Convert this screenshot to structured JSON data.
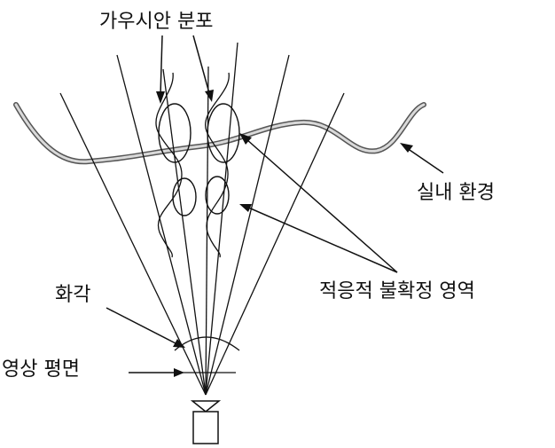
{
  "labels": {
    "gaussian": "가우시안 분포",
    "indoor": "실내 환경",
    "uncertainty": "적응적 불확정 영역",
    "fov": "화각",
    "image_plane": "영상 평면"
  }
}
